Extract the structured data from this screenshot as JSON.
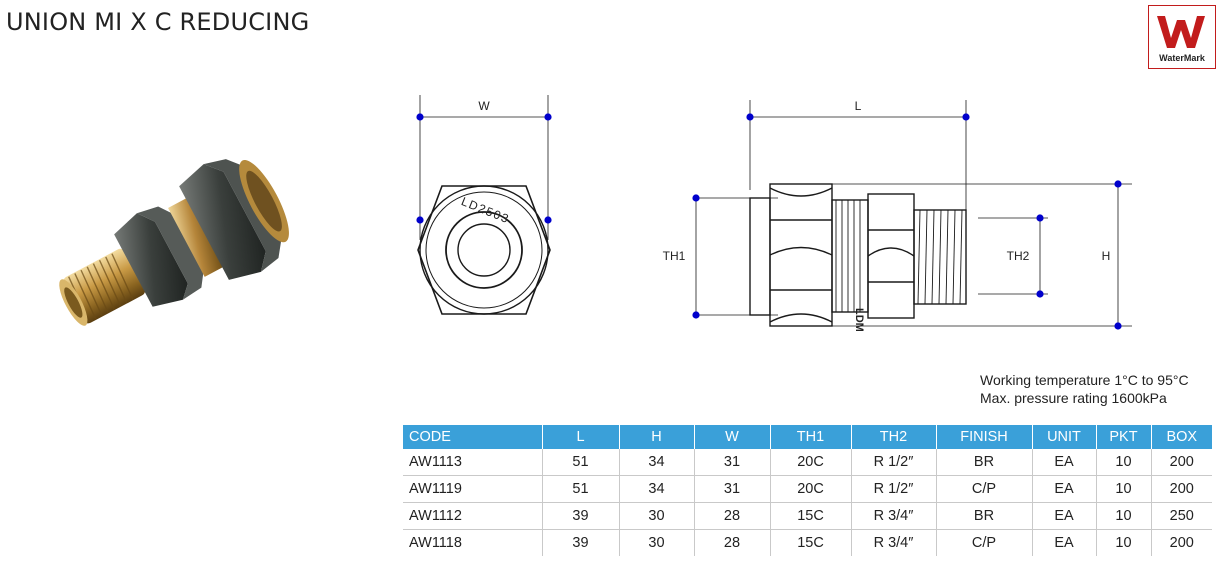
{
  "title": "UNION MI X C REDUCING",
  "logo": {
    "text": "WaterMark",
    "color": "#c21c1c"
  },
  "dims": {
    "w": "W",
    "l": "L",
    "th1": "TH1",
    "th2": "TH2",
    "h": "H"
  },
  "nut_marking": "LD2503",
  "body_marking": "LDM",
  "notes": [
    "Working temperature 1°C to 95°C",
    "Max. pressure rating 1600kPa"
  ],
  "table": {
    "header_color": "#3aa0d9",
    "columns": [
      "CODE",
      "L",
      "H",
      "W",
      "TH1",
      "TH2",
      "FINISH",
      "UNIT",
      "PKT",
      "BOX"
    ],
    "rows": [
      [
        "AW1113",
        "51",
        "34",
        "31",
        "20C",
        "R 1/2″",
        "BR",
        "EA",
        "10",
        "200"
      ],
      [
        "AW1119",
        "51",
        "34",
        "31",
        "20C",
        "R 1/2″",
        "C/P",
        "EA",
        "10",
        "200"
      ],
      [
        "AW1112",
        "39",
        "30",
        "28",
        "15C",
        "R 3/4″",
        "BR",
        "EA",
        "10",
        "250"
      ],
      [
        "AW1118",
        "39",
        "30",
        "28",
        "15C",
        "R 3/4″",
        "C/P",
        "EA",
        "10",
        "200"
      ]
    ]
  }
}
